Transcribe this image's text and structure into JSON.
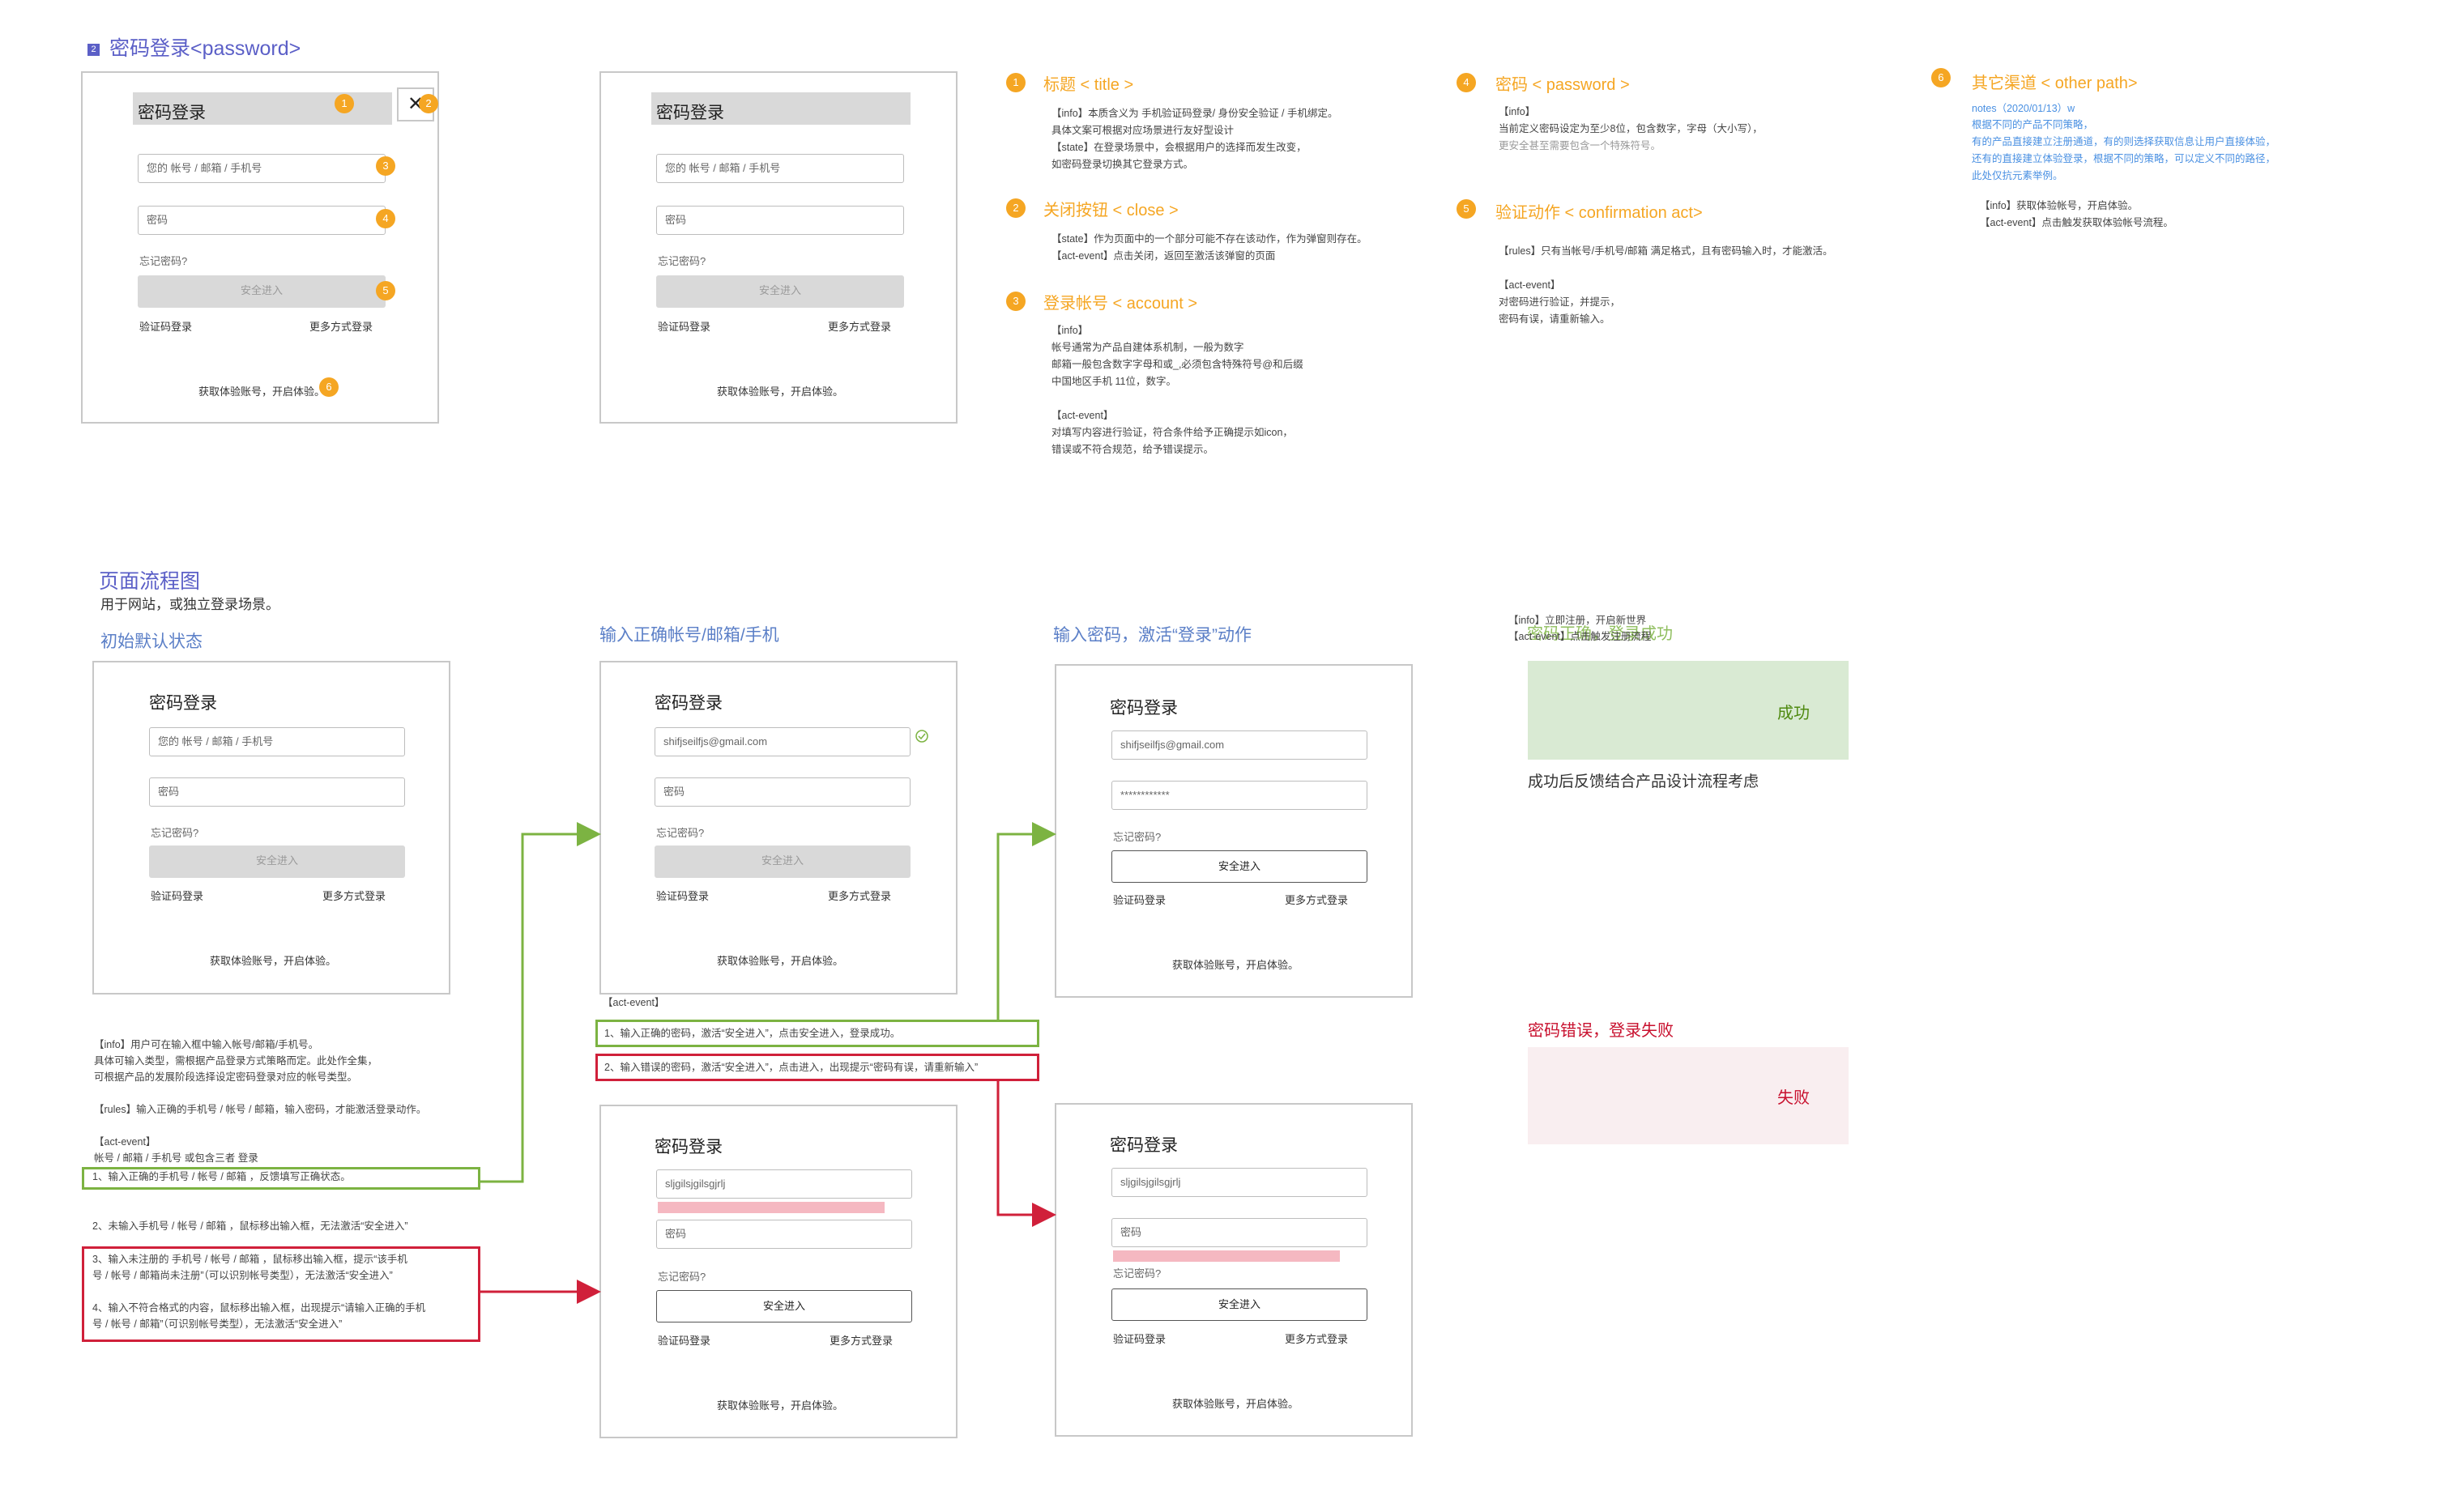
{
  "section": {
    "badge": "2",
    "title": "密码登录<password>"
  },
  "login": {
    "title": "密码登录",
    "account_placeholder": "您的 帐号 / 邮箱 / 手机号",
    "password_placeholder": "密码",
    "forgot": "忘记密码?",
    "submit": "安全进入",
    "sms_login": "验证码登录",
    "more_login": "更多方式登录",
    "trial": "获取体验账号，开启体验。",
    "close": "✕"
  },
  "markers": [
    "1",
    "2",
    "3",
    "4",
    "5",
    "6"
  ],
  "annotations": [
    {
      "num": "1",
      "title": "标题 < title >",
      "body": "【info】本质含义为 手机验证码登录/ 身份安全验证 / 手机绑定。\n具体文案可根据对应场景进行友好型设计\n【state】在登录场景中，会根据用户的选择而发生改变，\n如密码登录切换其它登录方式。"
    },
    {
      "num": "2",
      "title": "关闭按钮 < close >",
      "body": "【state】作为页面中的一个部分可能不存在该动作，作为弹窗则存在。\n【act-event】点击关闭，返回至激活该弹窗的页面"
    },
    {
      "num": "3",
      "title": "登录帐号 < account >",
      "body": "【info】\n帐号通常为产品自建体系机制，一般为数字\n邮箱一般包含数字字母和或_,必须包含特殊符号@和后缀\n中国地区手机 11位，数字。\n\n【act-event】\n对填写内容进行验证，符合条件给予正确提示如icon，\n错误或不符合规范，给予错误提示。"
    },
    {
      "num": "4",
      "title": "密码 < password >",
      "body": "【info】\n当前定义密码设定为至少8位，包含数字，字母（大小写），",
      "note": "更安全甚至需要包含一个特殊符号。"
    },
    {
      "num": "5",
      "title": "验证动作 < confirmation act>",
      "body": "【rules】只有当帐号/手机号/邮箱 满足格式，且有密码输入时，才能激活。\n\n【act-event】\n对密码进行验证，并提示，\n密码有误，请重新输入。"
    },
    {
      "num": "6",
      "title": "其它渠道 < other path>",
      "notes_head": "notes（2020/01/13）w",
      "notes_body": "根据不同的产品不同策略，\n有的产品直接建立注册通道，有的则选择获取信息让用户直接体验，\n还有的直接建立体验登录，根据不同的策略，可以定义不同的路径，\n此处仅抗元素举例。",
      "body": "【info】获取体验帐号，开启体验。\n【act-event】点击触发获取体验帐号流程。"
    }
  ],
  "flow": {
    "title": "页面流程图",
    "subtitle": "用于网站，或独立登录场景。",
    "state_default": "初始默认状态",
    "state_account": "输入正确帐号/邮箱/手机",
    "state_password": "输入密码，激活“登录”动作",
    "email_value": "shifjseilfjs@gmail.com",
    "password_mask": "************",
    "wrong_account": "sljgilsjgilsgjrlj",
    "left_note": "【info】用户可在输入框中输入帐号/邮箱/手机号。\n具体可输入类型，需根据产品登录方式策略而定。此处作全集，\n可根据产品的发展阶段选择设定密码登录对应的帐号类型。\n\n【rules】输入正确的手机号 / 帐号 / 邮箱，输入密码，才能激活登录动作。\n\n【act-event】\n帐号 / 邮箱 / 手机号 或包含三者 登录",
    "green_item": "1、输入正确的手机号 / 帐号 / 邮箱 ，反馈填写正确状态。",
    "item2": "2、未输入手机号 / 帐号 / 邮箱 ，鼠标移出输入框，无法激活“安全进入”",
    "red_items": "3、输入未注册的 手机号 / 帐号 / 邮箱 ，鼠标移出输入框，提示“该手机\n号 / 帐号 / 邮箱尚未注册”（可以识别帐号类型），无法激活“安全进入”\n\n4、输入不符合格式的内容，鼠标移出输入框，出现提示“请输入正确的手机\n号 / 帐号 / 邮箱”（可识别帐号类型），无法激活“安全进入”",
    "act_event": "【act-event】",
    "mid_green": "1、输入正确的密码，激活“安全进入”，点击安全进入，登录成功。",
    "mid_red": "2、输入错误的密码，激活“安全进入”，点击进入，出现提示“密码有误，请重新输入”",
    "success_note_a": "【info】立即注册，开启新世界",
    "success_note_b": "【act-event】点击触发注册流程",
    "success_overlay": "密码正确，登录成功",
    "success_box": "成功",
    "success_caption": "成功后反馈结合产品设计流程考虑",
    "fail_title": "密码错误，登录失败",
    "fail_box": "失败"
  },
  "colors": {
    "accent": "#5b5fc7",
    "orange": "#f5a623",
    "green": "#7cb342",
    "red": "#d0203a",
    "success_bg": "#d9ead3",
    "fail_bg": "#f9eef0"
  }
}
